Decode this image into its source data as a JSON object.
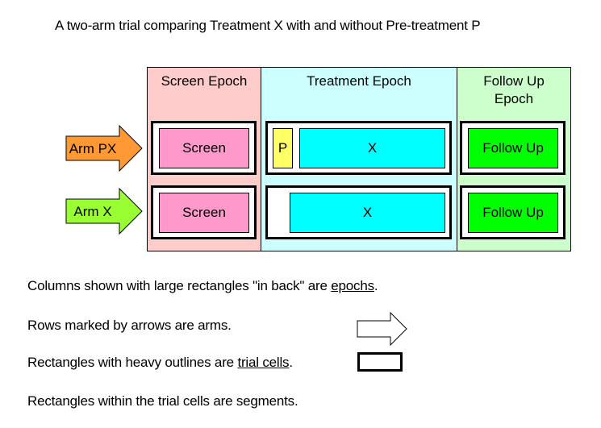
{
  "title": "A two-arm trial comparing Treatment X with and without Pre-treatment P",
  "epochs": [
    {
      "label": "Screen Epoch",
      "color": "#FFCCCC"
    },
    {
      "label": "Treatment Epoch",
      "color": "#CCFFFF"
    },
    {
      "label": "Follow Up\nEpoch",
      "color": "#CCFFCC"
    }
  ],
  "arms": [
    {
      "label": "Arm PX",
      "color": "#FF9933"
    },
    {
      "label": "Arm X",
      "color": "#99FF33"
    }
  ],
  "segments": {
    "screen": {
      "label": "Screen",
      "color": "#FF99CC"
    },
    "p": {
      "label": "P",
      "color": "#FFFF66"
    },
    "x": {
      "label": "X",
      "color": "#00FFFF"
    },
    "follow_up": {
      "label": "Follow Up",
      "color": "#00FF00"
    }
  },
  "legend": {
    "epochs": {
      "before": "Columns shown with large rectangles \"in back\" are ",
      "term": "epochs",
      "after": "."
    },
    "arms": {
      "text": "Rows marked by arrows are arms."
    },
    "cells": {
      "before": "Rectangles with heavy outlines are ",
      "term": "trial cells",
      "after": "."
    },
    "segments": {
      "text": "Rectangles within the trial cells are segments."
    }
  }
}
